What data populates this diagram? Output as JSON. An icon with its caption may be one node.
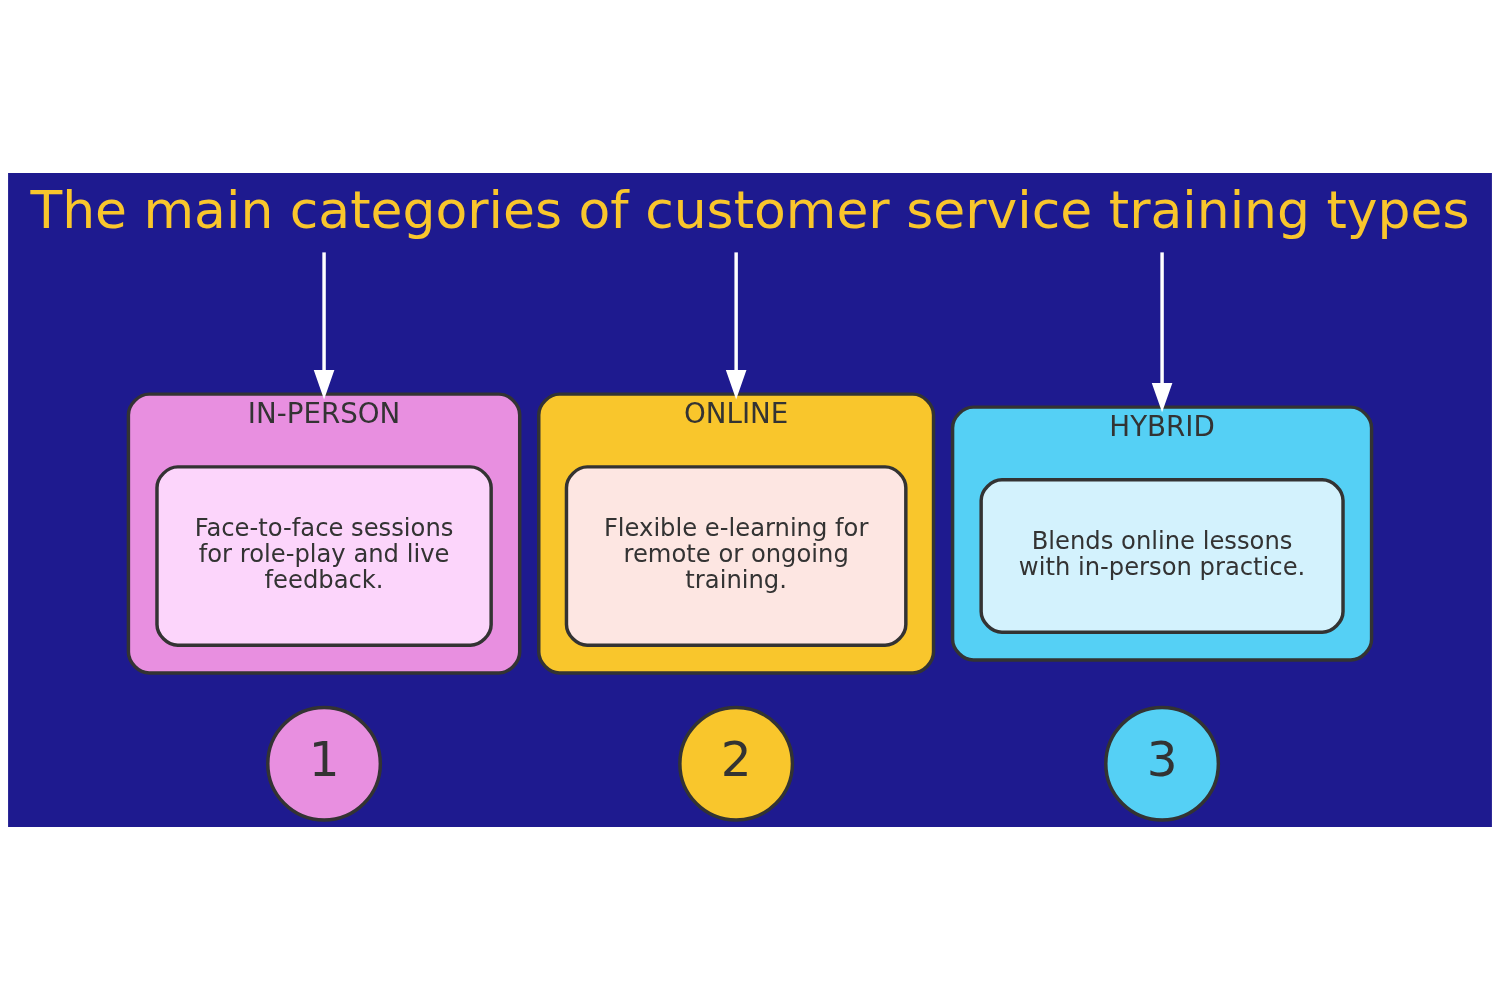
{
  "diagram": {
    "title": "The main categories of customer service training types",
    "nodes": [
      {
        "text": [
          "IN-PERSON"
        ]
      },
      {
        "text": [
          "Face-to-face sessions for role-play and live feedback."
        ],
        "in": 0
      },
      {
        "text": [
          "1"
        ]
      },
      {
        "text": [
          "ONLINE"
        ]
      },
      {
        "text": [
          "Flexible e-learning for remote or ongoing training."
        ],
        "in": 3
      },
      {
        "text": [
          "2"
        ]
      },
      {
        "text": [
          "HYBRID"
        ]
      },
      {
        "text": [
          "Blends online lessons with in-person practice."
        ],
        "in": 6
      },
      {
        "text": [
          "3"
        ]
      }
    ],
    "edges": [
      {
        "from": null,
        "to": 0,
        "arrow": "to"
      },
      {
        "from": null,
        "to": 3,
        "arrow": "to"
      },
      {
        "from": null,
        "to": 6,
        "arrow": "to"
      }
    ]
  }
}
